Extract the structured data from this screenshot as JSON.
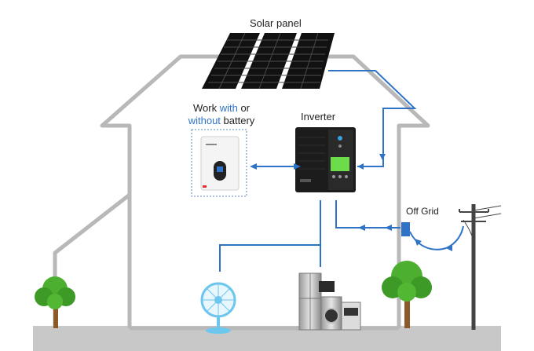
{
  "labels": {
    "solar_panel": "Solar panel",
    "inverter": "Inverter",
    "off_grid": "Off Grid",
    "battery_line1_a": "Work ",
    "battery_line1_b": "with",
    "battery_line1_c": " or",
    "battery_line2_a": "without",
    "battery_line2_b": " battery"
  },
  "colors": {
    "flow_line": "#2f73c7",
    "house_outline": "#b8b8b8",
    "ground": "#c8c8c8",
    "panel": "#111111",
    "inverter_body": "#1c1c1c",
    "inverter_screen": "#6ddc4a",
    "tree_foliage": "#4caf2f",
    "fan": "#6cc6ee"
  }
}
